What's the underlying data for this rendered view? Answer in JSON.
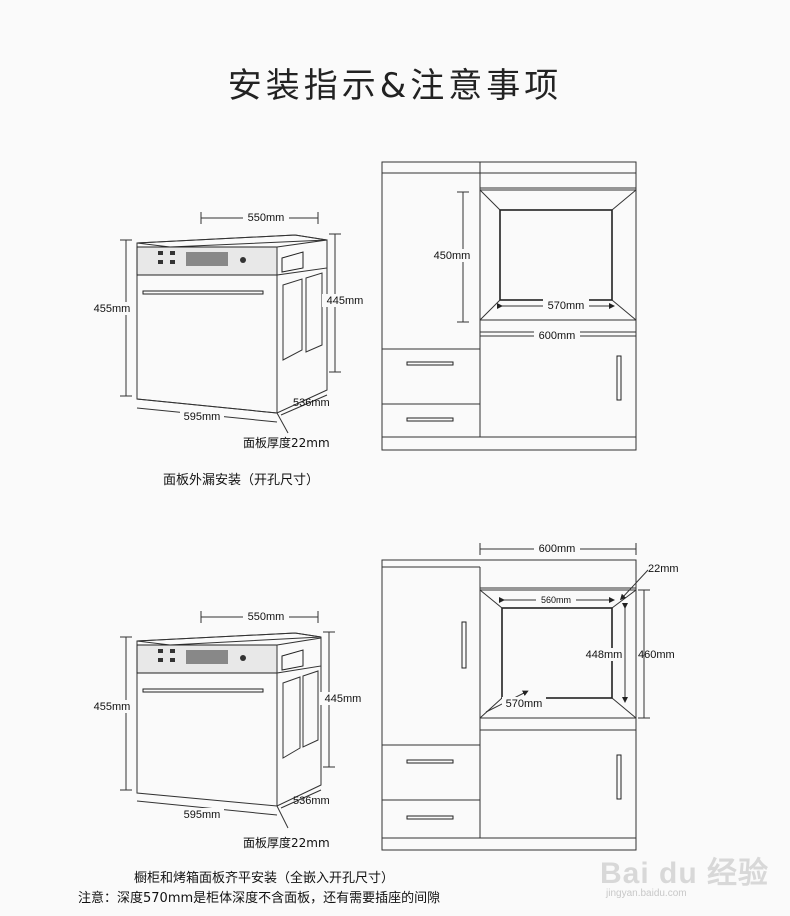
{
  "title": "安装指示&注意事项",
  "section1": {
    "caption": "面板外漏安装（开孔尺寸）",
    "oven": {
      "width_top": "550mm",
      "height_left": "455mm",
      "height_right": "445mm",
      "width_bottom": "595mm",
      "depth": "536mm",
      "panel_thickness": "面板厚度22mm"
    },
    "cabinet": {
      "opening_height": "450mm",
      "opening_inner_width": "570mm",
      "cabinet_width": "600mm"
    }
  },
  "section2": {
    "caption": "橱柜和烤箱面板齐平安装（全嵌入开孔尺寸）",
    "note": "注意：深度570mm是柜体深度不含面板，还有需要插座的间隙",
    "oven": {
      "width_top": "550mm",
      "height_left": "455mm",
      "height_right": "445mm",
      "width_bottom": "595mm",
      "depth": "536mm",
      "panel_thickness": "面板厚度22mm"
    },
    "cabinet": {
      "cabinet_width": "600mm",
      "panel_recess": "22mm",
      "opening_width": "560mm",
      "opening_height": "448mm",
      "outer_height": "460mm",
      "depth": "570mm"
    }
  },
  "watermark": {
    "logo": "Bai du 经验",
    "url": "jingyan.baidu.com"
  }
}
